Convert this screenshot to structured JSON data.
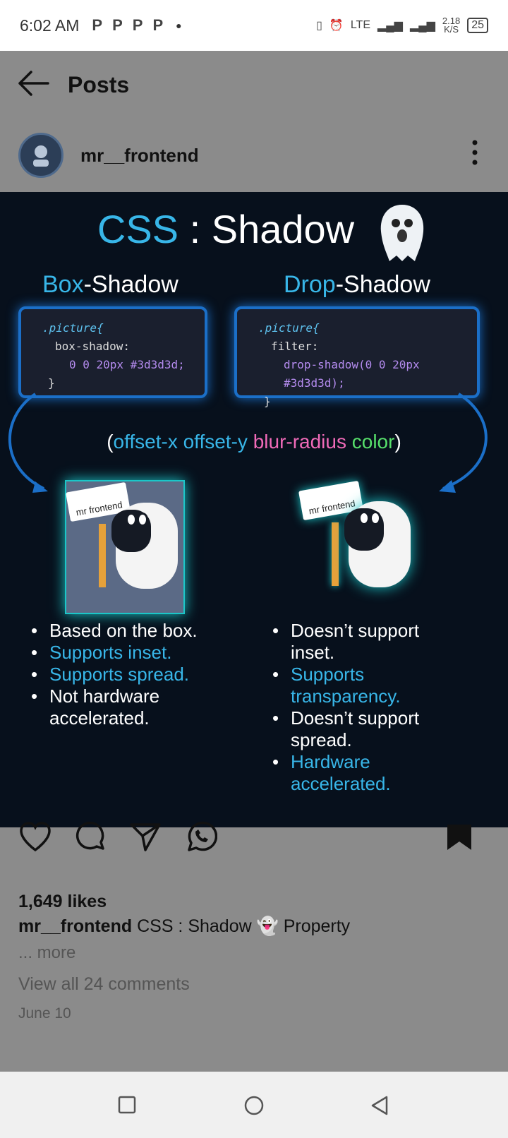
{
  "status": {
    "time": "6:02 AM",
    "notifs": [
      "P",
      "P",
      "P",
      "P"
    ],
    "network": "LTE",
    "speed": "2.18",
    "speed_unit": "K/S",
    "battery": "25"
  },
  "appbar": {
    "title": "Posts"
  },
  "user": {
    "name": "mr__frontend"
  },
  "post": {
    "title_css": "CSS",
    "title_rest": " : Shadow",
    "box": {
      "title_acc": "Box",
      "title_rest": "-Shadow",
      "code": [
        ".picture{",
        "box-shadow:",
        "0 0 20px #3d3d3d;",
        "}"
      ]
    },
    "drop": {
      "title_acc": "Drop",
      "title_rest": "-Shadow",
      "code": [
        ".picture{",
        "filter:",
        "drop-shadow(0 0 20px #3d3d3d);",
        "}"
      ]
    },
    "legend": {
      "open": "(",
      "offset_x": "offset-x",
      "offset_y": "offset-y",
      "blur": "blur-radius",
      "color": "color",
      "close": ")"
    },
    "sign_text": "mr frontend",
    "box_points": [
      {
        "text": "Based on the box.",
        "accent": false
      },
      {
        "text": "Supports inset.",
        "accent": true
      },
      {
        "text": "Supports spread.",
        "accent": true
      },
      {
        "text": "Not hardware accelerated.",
        "accent": false
      }
    ],
    "drop_points": [
      {
        "text": "Doesn’t support inset.",
        "accent": false
      },
      {
        "text": "Supports transparency.",
        "accent": true
      },
      {
        "text": "Doesn’t support spread.",
        "accent": false
      },
      {
        "text": "Hardware accelerated.",
        "accent": true
      }
    ]
  },
  "engagement": {
    "likes": "1,649 likes",
    "caption_user": "mr__frontend",
    "caption_text": " CSS : Shadow 👻 Property",
    "more": "... more",
    "comments": "View all 24 comments",
    "date": "June 10"
  },
  "icons": [
    "back-arrow-icon",
    "heart-icon",
    "comment-icon",
    "share-icon",
    "whatsapp-icon",
    "bookmark-icon",
    "more-options-icon",
    "ghost-icon",
    "square-nav-icon",
    "circle-nav-icon",
    "triangle-nav-icon"
  ]
}
